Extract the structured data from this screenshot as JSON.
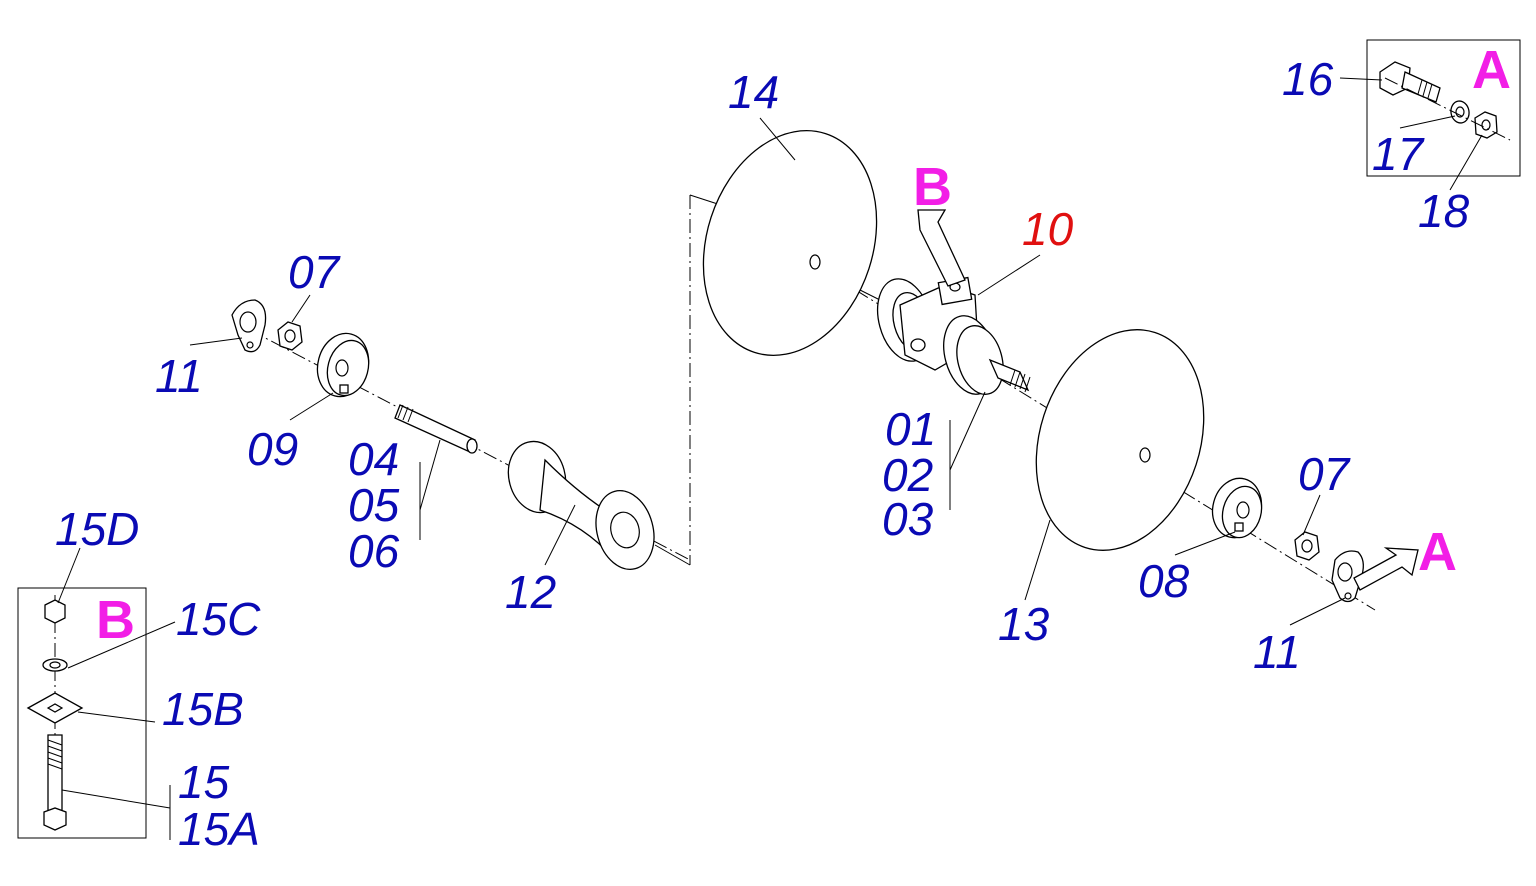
{
  "diagram": {
    "colors": {
      "part_number": "#0a0ab4",
      "highlight_part": "#e01010",
      "detail_marker": "#f21ee6",
      "line": "#000000"
    },
    "labels": {
      "p14": "14",
      "p10": "10",
      "p07_left": "07",
      "p11_left": "11",
      "p09": "09",
      "p04": "04",
      "p05": "05",
      "p06": "06",
      "p12": "12",
      "p01": "01",
      "p02": "02",
      "p03": "03",
      "p13": "13",
      "p07_right": "07",
      "p08": "08",
      "p11_right": "11",
      "p16": "16",
      "p17": "17",
      "p18": "18",
      "p15D": "15D",
      "p15C": "15C",
      "p15B": "15B",
      "p15": "15",
      "p15A": "15A"
    },
    "markers": {
      "detail_a_box": "A",
      "detail_a_callout": "A",
      "detail_b_box": "B",
      "detail_b_callout": "B"
    }
  }
}
